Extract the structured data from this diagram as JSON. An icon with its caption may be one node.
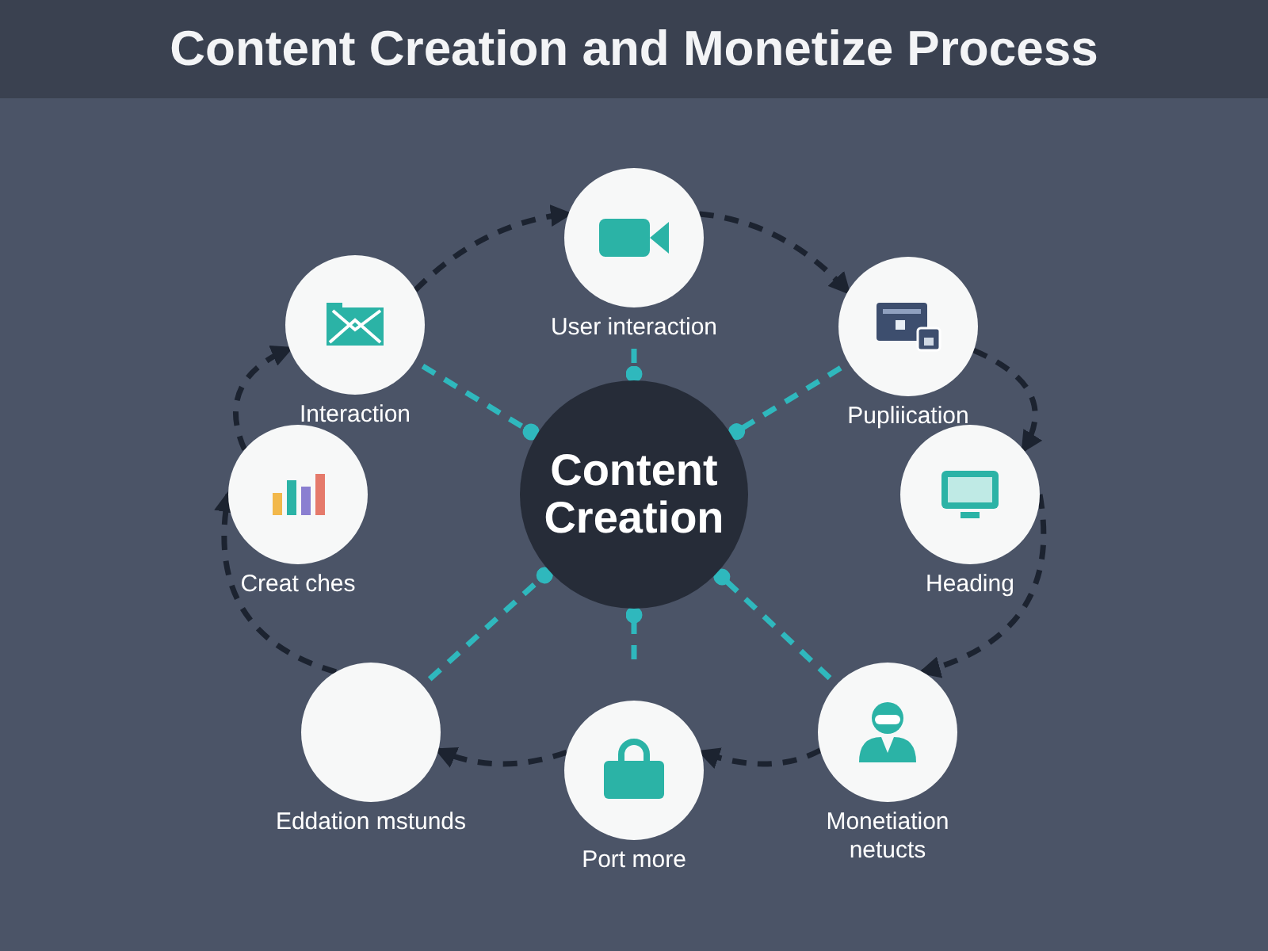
{
  "diagram": {
    "title": "Content Creation and Monetize Process",
    "nodes": [
      {
        "text": [
          "Interaction"
        ]
      },
      {
        "text": [
          "User interaction"
        ]
      },
      {
        "text": [
          "Pupliication"
        ]
      },
      {
        "text": [
          "Content Creation"
        ]
      },
      {
        "text": [
          "Creat ches"
        ]
      },
      {
        "text": [
          "Heading"
        ]
      },
      {
        "text": [
          "Eddation mstunds"
        ]
      },
      {
        "text": [
          "Port more"
        ]
      },
      {
        "text": [
          "Monetiation netucts"
        ]
      }
    ],
    "edges": [
      {
        "from": 0,
        "to": 1,
        "arrow": "to",
        "style": "dashed"
      },
      {
        "from": 1,
        "to": 2,
        "arrow": "to",
        "style": "dashed"
      },
      {
        "from": 2,
        "to": 5,
        "arrow": "to",
        "style": "dashed"
      },
      {
        "from": 5,
        "to": 8,
        "arrow": "to",
        "style": "dashed"
      },
      {
        "from": 8,
        "to": 7,
        "arrow": "to",
        "style": "dashed"
      },
      {
        "from": 7,
        "to": 6,
        "arrow": "to",
        "style": "dashed"
      },
      {
        "from": 6,
        "to": 4,
        "arrow": "to",
        "style": "dashed"
      },
      {
        "from": 4,
        "to": 0,
        "arrow": "to",
        "style": "dashed"
      },
      {
        "from": 0,
        "to": 3,
        "arrow": "other",
        "style": "dashed",
        "color": "#2fb8bd"
      },
      {
        "from": 1,
        "to": 3,
        "arrow": "other",
        "style": "dashed",
        "color": "#2fb8bd"
      },
      {
        "from": 2,
        "to": 3,
        "arrow": "other",
        "style": "dashed",
        "color": "#2fb8bd"
      },
      {
        "from": 6,
        "to": 3,
        "arrow": "other",
        "style": "dashed",
        "color": "#2fb8bd"
      },
      {
        "from": 7,
        "to": 3,
        "arrow": "other",
        "style": "dashed",
        "color": "#2fb8bd"
      },
      {
        "from": 8,
        "to": 3,
        "arrow": "other",
        "style": "dashed",
        "color": "#2fb8bd"
      }
    ]
  }
}
